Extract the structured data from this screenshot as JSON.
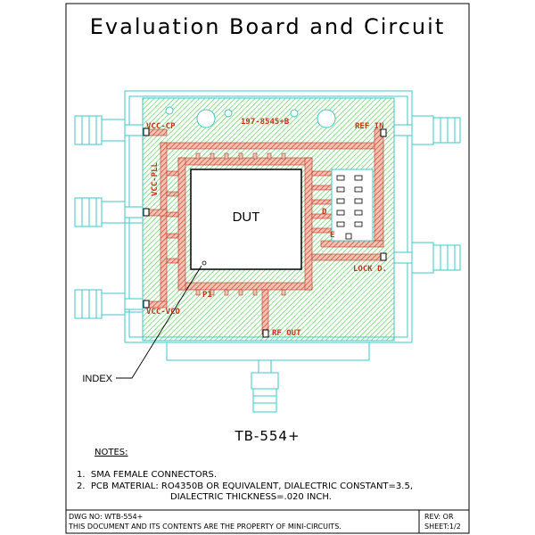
{
  "title": "Evaluation Board and Circuit",
  "board_labels": {
    "part_number": "197-8545+B",
    "vcc_cp": "VCC-CP",
    "vcc_pll": "VCC-PLL",
    "vcc_vco": "VCC-VCO",
    "ref_in": "REF IN",
    "lock_d": "LOCK D.",
    "rf_out": "RF OUT",
    "dut": "DUT",
    "p1": "P1",
    "d": "D",
    "e": "E",
    "index": "INDEX"
  },
  "model": "TB-554+",
  "notes": {
    "heading": "NOTES:",
    "items": [
      "1.  SMA FEMALE CONNECTORS.",
      "2.  PCB MATERIAL: RO4350B OR EQUIVALENT, DIALECTRIC CONSTANT=3.5,",
      "DIALECTRIC THICKNESS=.020 INCH."
    ]
  },
  "footer": {
    "dwg_no": "DWG NO: WTB-554+",
    "property": "THIS DOCUMENT AND ITS CONTENTS ARE THE PROPERTY OF MINI-CIRCUITS.",
    "rev": "REV: OR",
    "sheet": "SHEET:1/2"
  },
  "colors": {
    "board_green": "#5fd35f",
    "trace_red": "#d2503c",
    "outline_cyan": "#3cc8c8",
    "label_red": "#c83218"
  }
}
